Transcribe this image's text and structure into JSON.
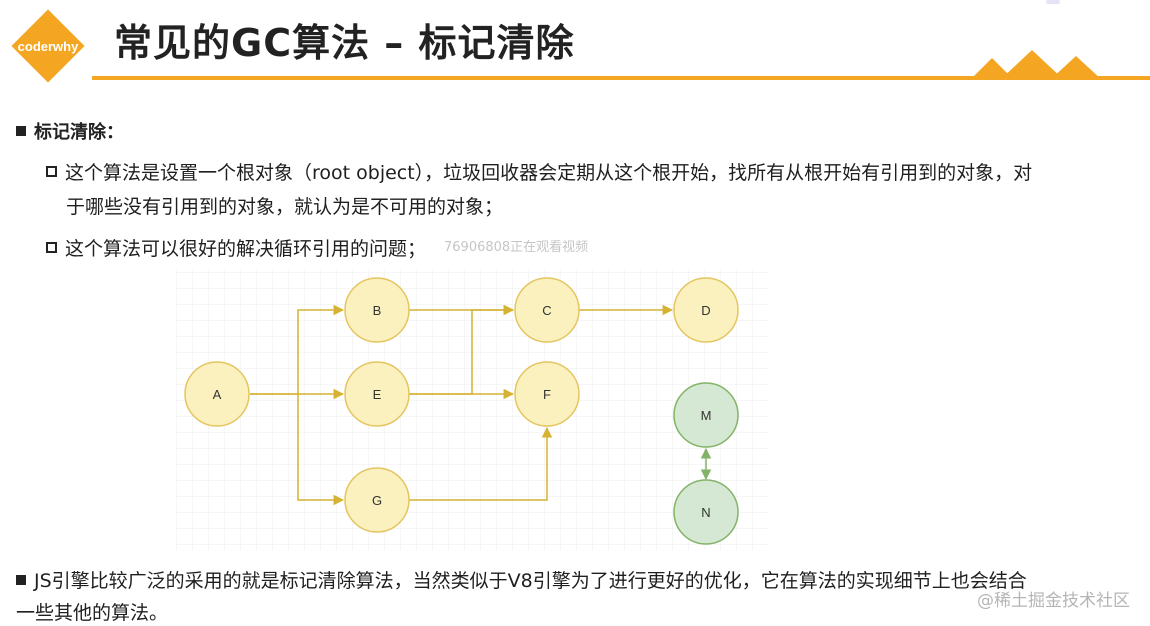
{
  "logo": {
    "text": "coderwhy",
    "color": "#f4a622"
  },
  "header": {
    "title": "常见的GC算法 – 标记清除"
  },
  "section": {
    "heading": "标记清除：",
    "points": [
      {
        "line1": "这个算法是设置一个根对象（root object），垃圾回收器会定期从这个根开始，找所有从根开始有引用到的对象，对",
        "line2": "于哪些没有引用到的对象，就认为是不可用的对象；"
      },
      {
        "line1": "这个算法可以很好的解决循环引用的问题；"
      }
    ]
  },
  "overlay_watermark": "76906808正在观看视频",
  "diagram": {
    "nodes": {
      "A": "A",
      "B": "B",
      "C": "C",
      "D": "D",
      "E": "E",
      "F": "F",
      "G": "G",
      "M": "M",
      "N": "N"
    },
    "colors": {
      "node_fill": "#fbf1bf",
      "node_stroke": "#e4c55f",
      "edge": "#d6b233",
      "cycle_fill": "#d5e8d4",
      "cycle_stroke": "#82b366",
      "cycle_edge": "#82b366",
      "grid": "#ececec"
    }
  },
  "footer_bullet": {
    "line1": "JS引擎比较广泛的采用的就是标记清除算法，当然类似于V8引擎为了进行更好的优化，它在算法的实现细节上也会结合",
    "line2": "一些其他的算法。"
  },
  "corner_watermark": "@稀土掘金技术社区"
}
